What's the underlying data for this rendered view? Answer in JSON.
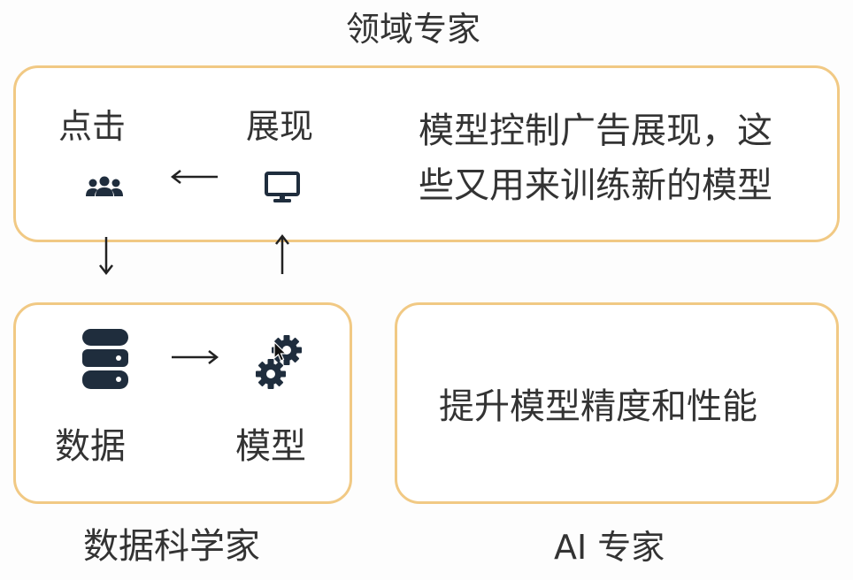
{
  "labels": {
    "domain_expert": "领域专家",
    "data_scientist": "数据科学家",
    "ai_expert": "AI 专家"
  },
  "top_box": {
    "click": "点击",
    "show": "展现",
    "description_line1": "模型控制广告展现，这",
    "description_line2": "些又用来训练新的模型"
  },
  "ds_box": {
    "data": "数据",
    "model": "模型"
  },
  "ai_box": {
    "text": "提升模型精度和性能"
  },
  "icons": [
    "users-icon",
    "monitor-icon",
    "database-icon",
    "gears-icon"
  ],
  "colors": {
    "box_border": "#f1c984",
    "text": "#333333",
    "icon": "#1f2d3d"
  }
}
